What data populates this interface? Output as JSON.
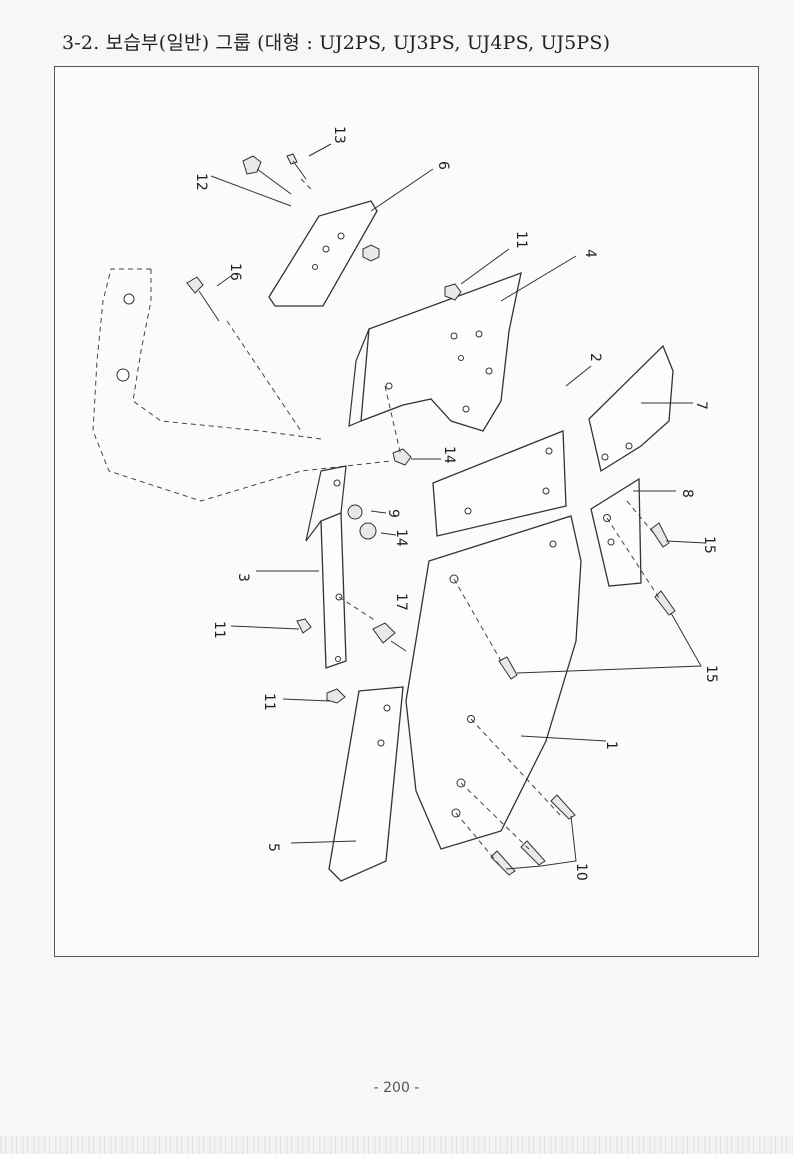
{
  "header": {
    "title": "3-2. 보습부(일반) 그룹 (대형 : UJ2PS, UJ3PS, UJ4PS, UJ5PS)"
  },
  "diagram": {
    "callouts": [
      "1",
      "2",
      "3",
      "4",
      "5",
      "6",
      "7",
      "8",
      "9",
      "10",
      "11",
      "11",
      "11",
      "12",
      "13",
      "14",
      "14",
      "15",
      "15",
      "16",
      "17"
    ]
  },
  "footer": {
    "page_number": "- 200 -"
  }
}
